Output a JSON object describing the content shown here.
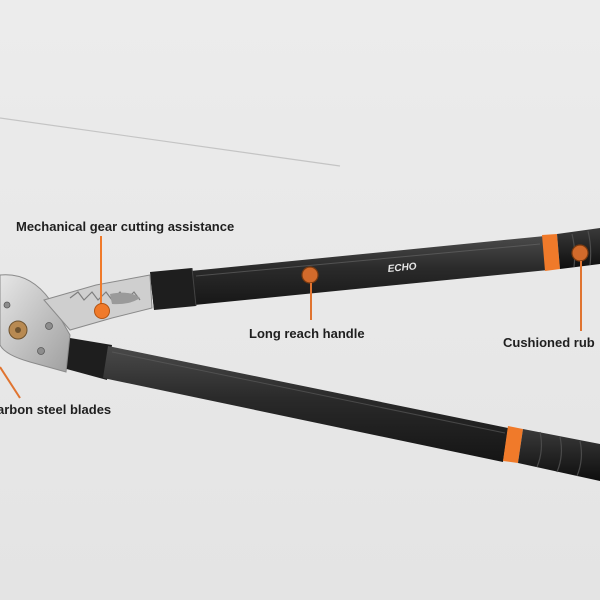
{
  "features": {
    "gear": "Mechanical gear cutting assistance",
    "reach": "Long reach handle",
    "cushion": "Cushioned rub",
    "blades": "arbon steel blades"
  },
  "brand_logo_text": "ECHO",
  "colors": {
    "background": "#e9e9e9",
    "handle": "#2a2a2a",
    "accent_orange": "#f07a2a",
    "label_text": "#1f1f1f",
    "blade": "#c9c9c9"
  }
}
